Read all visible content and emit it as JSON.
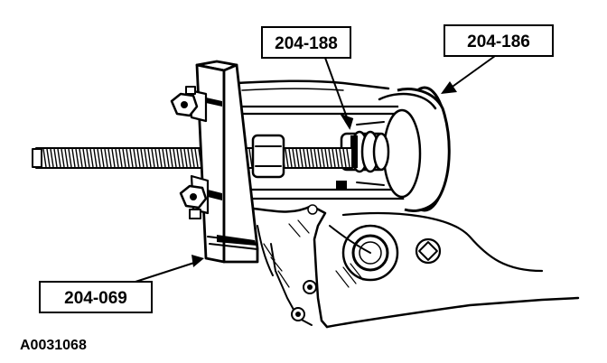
{
  "callouts": {
    "puller_plate": "204-069",
    "adapter": "204-188",
    "cup": "204-186"
  },
  "figure_id": "A0031068"
}
